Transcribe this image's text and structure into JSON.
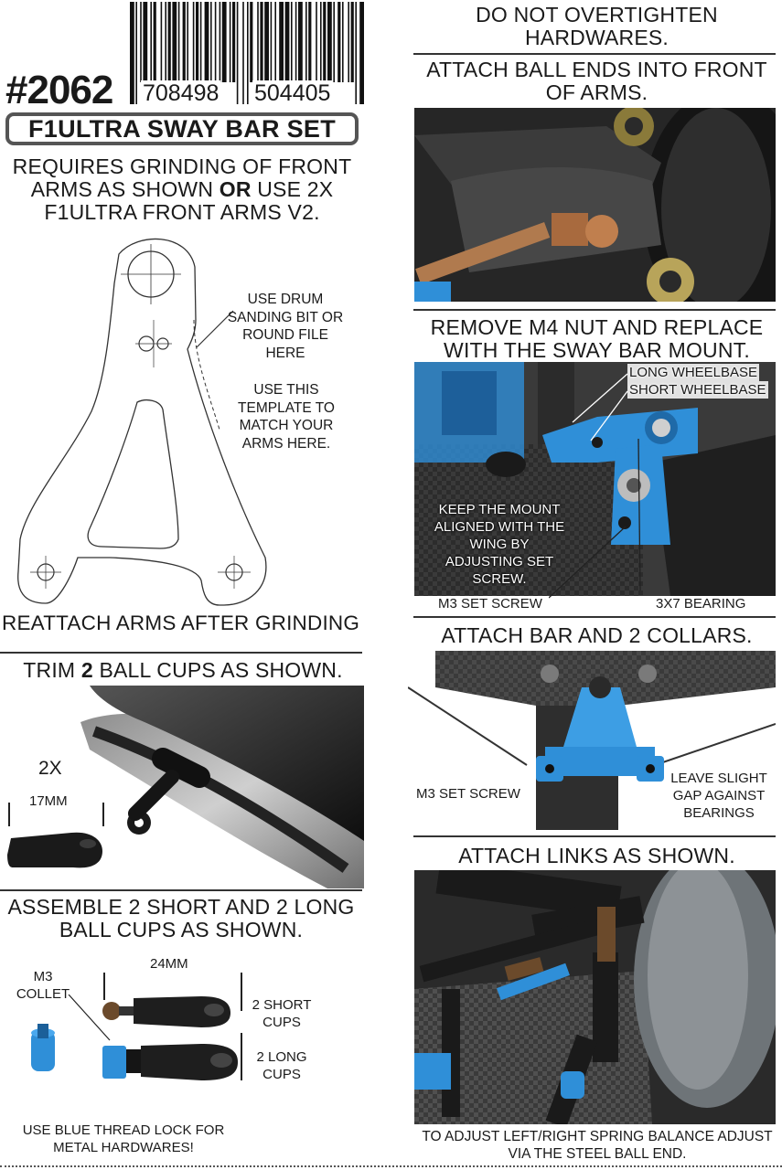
{
  "barcode": {
    "left_digits": "708498",
    "right_digits": "504405"
  },
  "product": {
    "number": "#2062",
    "title": "F1ULTRA SWAY BAR SET"
  },
  "left_column": {
    "requires_part1": "REQUIRES GRINDING OF FRONT ARMS AS SHOWN ",
    "requires_or": "OR",
    "requires_part2": " USE 2X F1ULTRA FRONT ARMS V2.",
    "template_note1": "USE DRUM SANDING BIT OR ROUND FILE HERE",
    "template_note2": "USE THIS TEMPLATE TO MATCH YOUR ARMS HERE.",
    "reattach": "REATTACH ARMS AFTER GRINDING",
    "trim_part1": "TRIM ",
    "trim_bold": "2",
    "trim_part2": " BALL CUPS AS SHOWN.",
    "trim_qty": "2X",
    "trim_length": "17MM",
    "assemble": "ASSEMBLE 2 SHORT AND 2 LONG BALL CUPS AS SHOWN.",
    "assemble_length": "24MM",
    "collet_label": "M3 COLLET",
    "short_cups": "2 SHORT CUPS",
    "long_cups": "2 LONG CUPS",
    "thread_lock": "USE BLUE THREAD LOCK FOR METAL HARDWARES!"
  },
  "right_column": {
    "overtighten": "DO NOT OVERTIGHTEN HARDWARES.",
    "attach_ball_ends": "ATTACH BALL ENDS INTO FRONT OF ARMS.",
    "remove_nut": "REMOVE M4 NUT AND REPLACE WITH THE SWAY BAR MOUNT.",
    "long_wheelbase": "LONG WHEELBASE",
    "short_wheelbase": "SHORT WHEELBASE",
    "keep_aligned": "KEEP THE MOUNT ALIGNED WITH THE WING BY ADJUSTING SET SCREW.",
    "m3_set_screw": "M3 SET SCREW",
    "bearing": "3X7 BEARING",
    "attach_bar": "ATTACH BAR AND 2 COLLARS.",
    "m3_set_screw_2": "M3 SET SCREW",
    "leave_gap": "LEAVE SLIGHT GAP AGAINST BEARINGS",
    "attach_links": "ATTACH LINKS AS SHOWN.",
    "spring_balance": "TO ADJUST LEFT/RIGHT SPRING BALANCE ADJUST VIA THE STEEL BALL END."
  },
  "colors": {
    "anodized_blue": "#2f8fd8",
    "carbon_dark": "#2a2a2a",
    "text": "#1a1a1a"
  }
}
